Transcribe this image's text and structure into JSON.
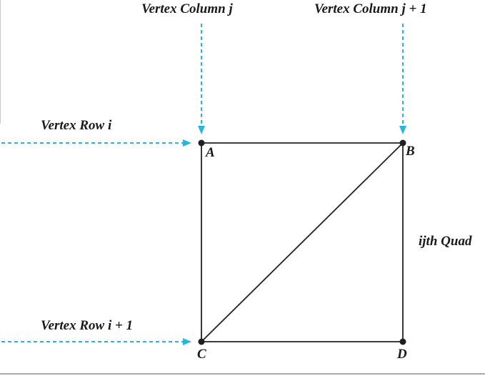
{
  "labels": {
    "vertex_column_j": "Vertex Column j",
    "vertex_column_j1": "Vertex Column j + 1",
    "vertex_row_i": "Vertex Row i",
    "vertex_row_i1": "Vertex Row i + 1",
    "quad": "ijth Quad",
    "vertex_a": "A",
    "vertex_b": "B",
    "vertex_c": "C",
    "vertex_d": "D"
  },
  "colors": {
    "arrow": "#2ab5d8",
    "line": "#231f20",
    "text": "#1a1a1a"
  }
}
